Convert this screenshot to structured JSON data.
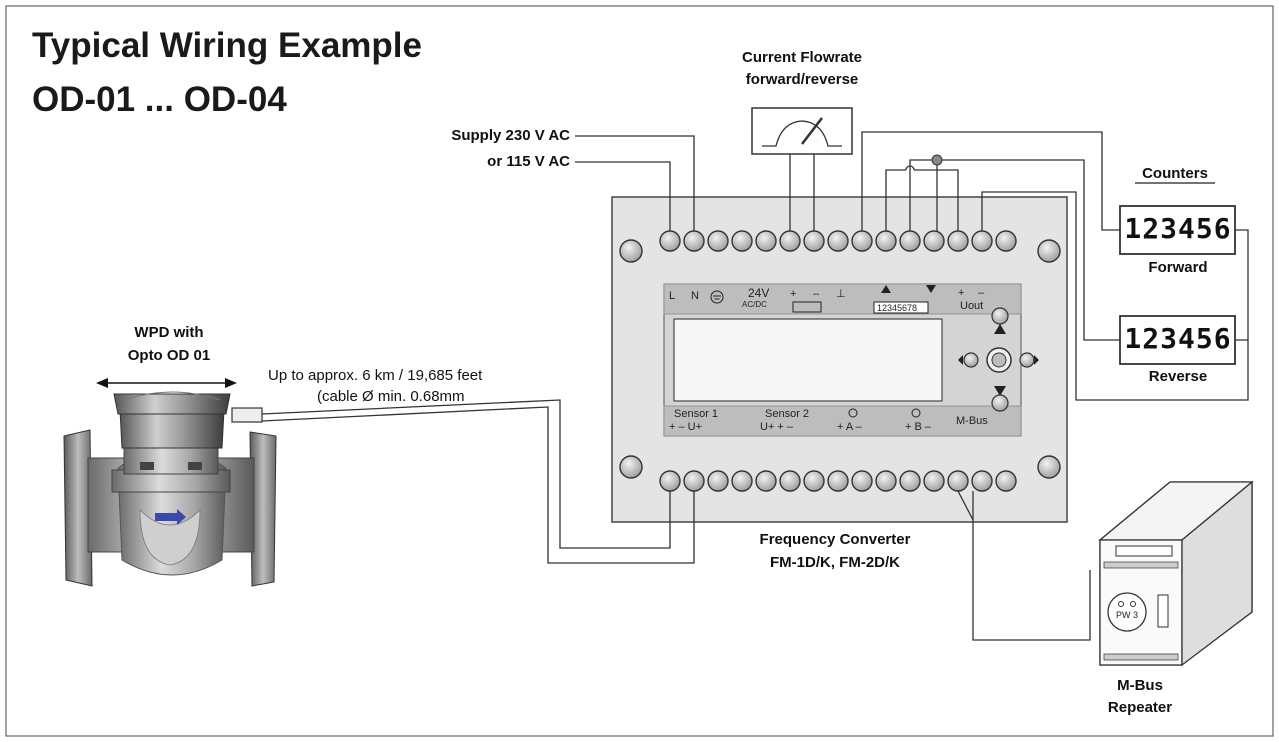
{
  "title": {
    "line1": "Typical Wiring Example",
    "line2": "OD-01 ... OD-04"
  },
  "flowrate": {
    "line1": "Current Flowrate",
    "line2": "forward/reverse"
  },
  "supply": {
    "line1": "Supply 230 V AC",
    "line2": "or 115 V AC"
  },
  "counters": {
    "heading": "Counters",
    "forward_value": "123456",
    "forward_label": "Forward",
    "reverse_value": "123456",
    "reverse_label": "Reverse"
  },
  "meter": {
    "line1": "WPD with",
    "line2": "Opto OD 01"
  },
  "cable": {
    "line1": "Up to approx.  6 km / 19,685 feet",
    "line2": "(cable Ø min. 0.68mm"
  },
  "converter": {
    "line1": "Frequency Converter",
    "line2": "FM-1D/K, FM-2D/K"
  },
  "repeater": {
    "line1": "M-Bus",
    "line2": "Repeater",
    "badge": "PW 3"
  },
  "top_strip": {
    "l": "L",
    "n": "N",
    "v24": "24V",
    "acdc": "AC/DC",
    "plus": "+",
    "minus": "–",
    "gnd": "⊥",
    "digits": "12345678",
    "uplus": "+",
    "uminus": "–",
    "uout": "Uout"
  },
  "bottom_strip": {
    "sensor1": "Sensor 1",
    "s1_terms": "+   –   U+",
    "sensor2": "Sensor 2",
    "s2_terms": "U+   +   –",
    "a_terms": "+ A –",
    "b_terms": "+ B –",
    "mbus": "M-Bus"
  }
}
